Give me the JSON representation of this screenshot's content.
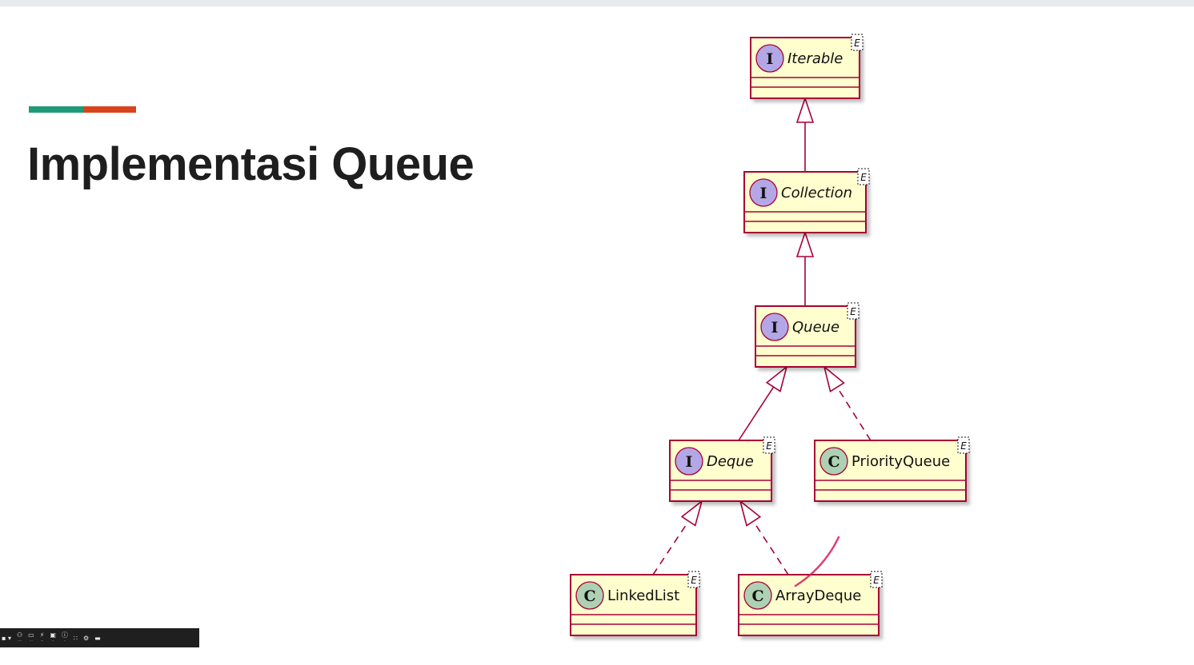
{
  "slide": {
    "title": "Implementasi Queue"
  },
  "diagram": {
    "nodes": [
      {
        "id": "iterable",
        "name": "Iterable",
        "kind": "I",
        "type_param": "E"
      },
      {
        "id": "collection",
        "name": "Collection",
        "kind": "I",
        "type_param": "E"
      },
      {
        "id": "queue",
        "name": "Queue",
        "kind": "I",
        "type_param": "E"
      },
      {
        "id": "deque",
        "name": "Deque",
        "kind": "I",
        "type_param": "E"
      },
      {
        "id": "priorityqueue",
        "name": "PriorityQueue",
        "kind": "C",
        "type_param": "E"
      },
      {
        "id": "linkedlist",
        "name": "LinkedList",
        "kind": "C",
        "type_param": "E"
      },
      {
        "id": "arraydeque",
        "name": "ArrayDeque",
        "kind": "C",
        "type_param": "E"
      }
    ],
    "edges": [
      {
        "from": "collection",
        "to": "iterable",
        "style": "extends"
      },
      {
        "from": "queue",
        "to": "collection",
        "style": "extends"
      },
      {
        "from": "deque",
        "to": "queue",
        "style": "extends"
      },
      {
        "from": "priorityqueue",
        "to": "queue",
        "style": "implements"
      },
      {
        "from": "linkedlist",
        "to": "deque",
        "style": "implements"
      },
      {
        "from": "arraydeque",
        "to": "deque",
        "style": "implements"
      }
    ],
    "colors": {
      "box_fill": "#fefece",
      "border": "#a80036",
      "interface_badge": "#b4a7e5",
      "class_badge": "#add1b2",
      "line": "#a80036",
      "annotation": "#d81b60"
    }
  },
  "toolbar": {
    "icons": [
      "zoom-level",
      "participants-icon",
      "chat-icon",
      "reactions-icon",
      "captions-icon",
      "info-icon",
      "grid-icon",
      "settings-icon"
    ]
  }
}
